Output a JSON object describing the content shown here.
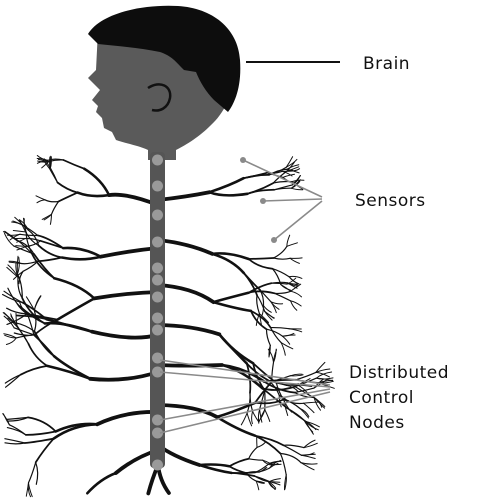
{
  "labels": {
    "brain": "Brain",
    "sensors": "Sensors",
    "nodes_line1": "Distributed",
    "nodes_line2": "Control",
    "nodes_line3": "Nodes"
  },
  "icons": {
    "head": "human-head-silhouette-icon"
  },
  "colors": {
    "head": "#0d0d0d",
    "face": "#5a5a5a",
    "spine": "#555555",
    "node": "#9a9a9a",
    "branch": "#111111",
    "pointer": "#8a8a8a"
  }
}
